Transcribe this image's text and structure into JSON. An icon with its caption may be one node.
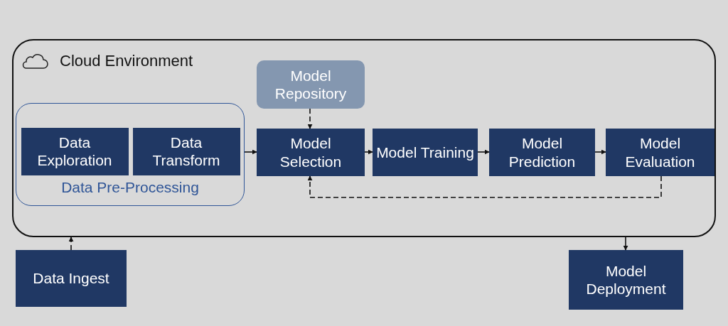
{
  "diagram": {
    "nodes": [
      {
        "text": [
          "Cloud Environment"
        ]
      },
      {
        "text": [
          "Model Repository"
        ],
        "in": 0
      },
      {
        "text": [
          "Data Pre-Processing"
        ],
        "in": 0
      },
      {
        "text": [
          "Data Exploration"
        ],
        "in": 2
      },
      {
        "text": [
          "Data Transform"
        ],
        "in": 2
      },
      {
        "text": [
          "Model Selection"
        ],
        "in": 0
      },
      {
        "text": [
          "Model Training"
        ],
        "in": 0
      },
      {
        "text": [
          "Model Prediction"
        ],
        "in": 0
      },
      {
        "text": [
          "Model Evaluation"
        ],
        "in": 0
      },
      {
        "text": [
          "Data Ingest"
        ]
      },
      {
        "text": [
          "Model Deployment"
        ]
      }
    ],
    "edges": [
      {
        "from": 2,
        "to": 5,
        "arrow": "to"
      },
      {
        "from": 1,
        "to": 5,
        "arrow": "to",
        "style": "dashed"
      },
      {
        "from": 5,
        "to": 6,
        "arrow": "to"
      },
      {
        "from": 6,
        "to": 7,
        "arrow": "to"
      },
      {
        "from": 7,
        "to": 8,
        "arrow": "to"
      },
      {
        "from": 8,
        "to": 5,
        "arrow": "to",
        "style": "dashed"
      },
      {
        "from": 9,
        "to": 0,
        "arrow": "to",
        "style": "dashed"
      },
      {
        "from": 0,
        "to": 10,
        "arrow": "to"
      }
    ]
  }
}
